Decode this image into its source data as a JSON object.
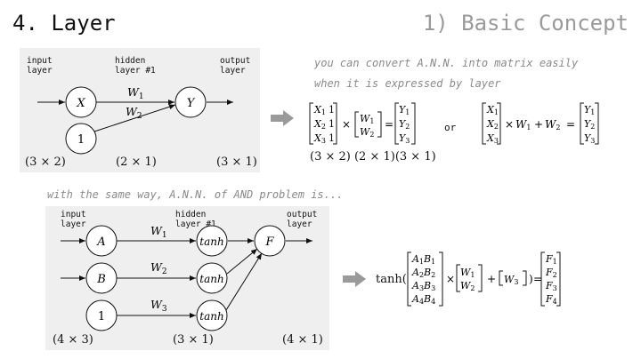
{
  "slide": {
    "title": "4. Layer",
    "subtitle": "1) Basic Concept"
  },
  "diagram1": {
    "layer_labels": {
      "input": "input\nlayer",
      "hidden": "hidden\nlayer #1",
      "output": "output\nlayer"
    },
    "nodes": {
      "x": "X",
      "one": "1",
      "y": "Y"
    },
    "weights": {
      "w1": "W",
      "w1_sub": "1",
      "w2": "W",
      "w2_sub": "2"
    },
    "dims": {
      "input": "(3 × 2)",
      "hidden": "(2 × 1)",
      "output": "(3 × 1)"
    }
  },
  "note1": {
    "line1": "you can convert A.N.N. into matrix easily",
    "line2": "when it is expressed by layer"
  },
  "equation1": {
    "dims_under": "(3 × 2) (2 × 1)(3 × 1)",
    "or_label": "or"
  },
  "note2": {
    "text": "with the same way, A.N.N. of AND problem is..."
  },
  "diagram2": {
    "layer_labels": {
      "input": "input\nlayer",
      "hidden": "hidden\nlayer #1",
      "output": "output\nlayer"
    },
    "nodes": {
      "a": "A",
      "b": "B",
      "one": "1",
      "t1": "tanh",
      "t2": "tanh",
      "t3": "tanh",
      "f": "F"
    },
    "weights": {
      "w1": "W",
      "w1_sub": "1",
      "w2": "W",
      "w2_sub": "2",
      "w3": "W",
      "w3_sub": "3"
    },
    "dims": {
      "input": "(4 × 3)",
      "hidden": "(3 × 1)",
      "output": "(4 × 1)"
    }
  },
  "equation2": {
    "tanh_label": "tanh("
  },
  "icons": {
    "arrow1": "right-arrow-icon",
    "arrow2": "right-arrow-icon"
  },
  "colors": {
    "panel": "#efefef",
    "subtitle": "#9a9a9a",
    "note": "#8a8a8a",
    "arrow": "#9a9a9a"
  }
}
